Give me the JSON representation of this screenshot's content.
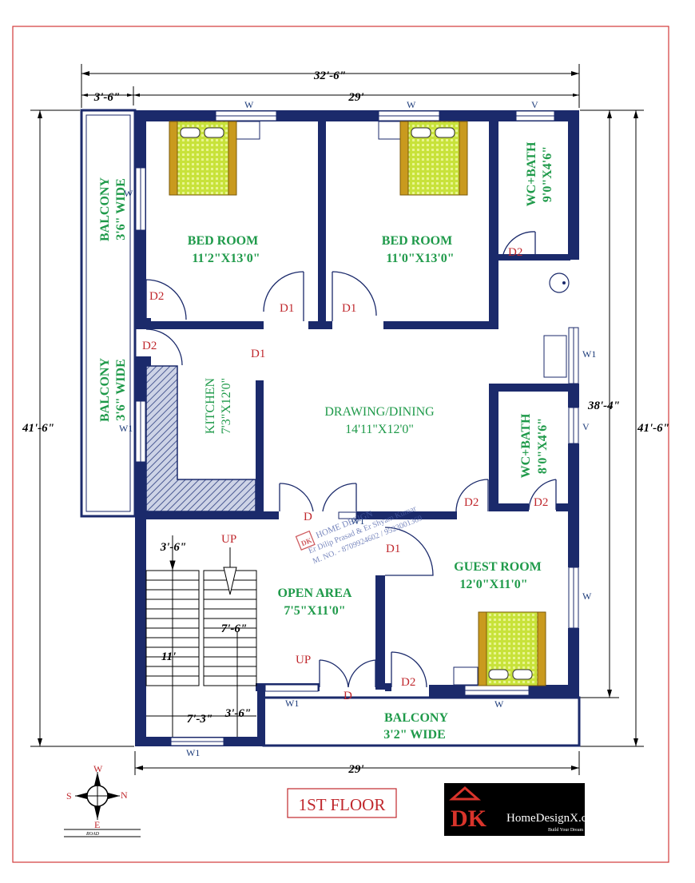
{
  "rooms": {
    "bed1": {
      "name": "BED ROOM",
      "size": "11'2\"X13'0\""
    },
    "bed2": {
      "name": "BED ROOM",
      "size": "11'0\"X13'0\""
    },
    "bath1": {
      "name": "WC+BATH",
      "size": "9'0\"X4'6\""
    },
    "bath2": {
      "name": "WC+BATH",
      "size": "8'0\"X4'6\""
    },
    "balcony_left_top": {
      "name": "BALCONY",
      "size": "3'6\" WIDE"
    },
    "balcony_left_bottom": {
      "name": "BALCONY",
      "size": "3'6\" WIDE"
    },
    "kitchen": {
      "name": "KITCHEN",
      "size": "7'3\"X12'0\""
    },
    "drawing": {
      "name": "DRAWING/DINING",
      "size": "14'11\"X12'0\""
    },
    "open_area": {
      "name": "OPEN AREA",
      "size": "7'5\"X11'0\""
    },
    "guest": {
      "name": "GUEST ROOM",
      "size": "12'0\"X11'0\""
    },
    "balcony_bottom": {
      "name": "BALCONY",
      "size": "3'2\" WIDE"
    }
  },
  "doors": {
    "d2": "D2",
    "d1": "D1",
    "d": "D"
  },
  "windows": {
    "w": "W",
    "w1": "W1",
    "v": "V"
  },
  "stairs": {
    "up": "UP"
  },
  "dimensions": {
    "overall_width": "32'-6\"",
    "balcony_width": "3'-6\"",
    "main_width": "29'",
    "overall_height": "41'-6\"",
    "right_height_inner": "38'-4\"",
    "right_height_outer": "41'-6\"",
    "bottom_width": "29'",
    "stair_top": "3'-6\"",
    "stair_length": "11'",
    "stair_landing": "7'-6\"",
    "stair_bottom_a": "7'-3\"",
    "stair_bottom_b": "3'-6\""
  },
  "compass": {
    "n": "N",
    "s": "S",
    "e": "E",
    "w": "W",
    "road": "ROAD"
  },
  "floor_title": "1ST FLOOR",
  "watermark": {
    "line1": "HOME DESIGN",
    "line2": "Er Dilip Prasad & Er Shyam Kumar",
    "line3": "M. NO. - 8709924602 / 9523001369"
  },
  "logo": {
    "initials": "DK",
    "name": "HomeDesignX.com",
    "tagline": "Build Your Dream"
  },
  "colors": {
    "wall": "#1b2a6b",
    "room_text": "#1f9a4a",
    "door_text": "#c0282d",
    "border": "#d23a3a"
  }
}
